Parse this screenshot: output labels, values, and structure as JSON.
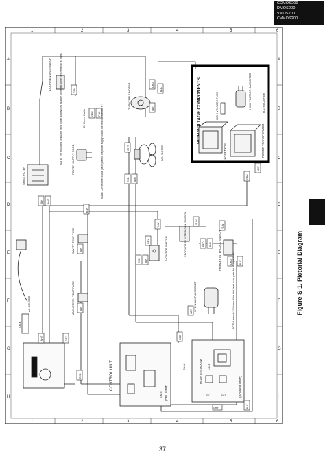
{
  "header": {
    "models": [
      "CDMOS200",
      "DMOS200",
      "VMOS200",
      "CVMOS200"
    ]
  },
  "grid": {
    "columns": [
      "1",
      "2",
      "3",
      "4",
      "5",
      "6"
    ],
    "rows": [
      "A",
      "B",
      "C",
      "D",
      "E",
      "F",
      "G",
      "H"
    ]
  },
  "figure_title": "Figure S-1. Pictorial Diagram",
  "page_number": "37",
  "components": {
    "high_voltage_components": "HIGH VOLTAGE COMPONENTS",
    "hv_capacitor": "HIGH VOLTAGE CAPACITOR",
    "hv_rectifier": "H.V. RECTIFIER",
    "hv_fuse": "HIGH VOLTAGE FUSE",
    "power_transformer": "POWER TRANSFORMER",
    "magnetron": "MAGNETRON",
    "turntable_motor": "TURNTABLE MOTOR",
    "fan_motor": "FAN MOTOR",
    "monitor_switch": "MONITOR SWITCH",
    "secondary_interlock": "SECONDARY INTERLOCK SWITCH",
    "primary_interlock": "PRIMARY INTERLOCK SWITCH",
    "oven_lamp": "OVEN LAMP & SOCKET",
    "cavity_temp_fuse": "CAVITY TEMP FUSE",
    "magnetron_temp_fuse": "MAGNETRON TEMP FUSE",
    "door_sensing": "DOOR SENSING SWITCH",
    "ah_sensor": "AH SENSOR",
    "control_unit": "CONTROL UNIT",
    "power_unit": "(POWER UNIT)",
    "cpu_unit": "(CPU UNIT)",
    "noise_filter": "NOISE FILTER",
    "power_supply_cord": "POWER SUPPLY CORD",
    "b_gm": "B: Green Earth",
    "interlock_pb1": "PB1 INTERLOCK SW",
    "relay_ry1": "RY1",
    "relay_ry2": "RY2"
  },
  "wire_labels": {
    "wht": "WHT",
    "blk": "BLK",
    "red": "RED",
    "gry": "GRY",
    "brn": "BRN",
    "org": "ORG",
    "grn": "GRN",
    "ylw": "YLW",
    "pnk": "PNK",
    "blu": "BLU",
    "com": "COM",
    "no": "N.O.",
    "nc": "N.C.",
    "cn_a": "CN-A",
    "cn_b": "CN-B",
    "cn_e": "CN-E",
    "cn_g": "CN-G"
  },
  "notes": {
    "grounding": "NOTE: The grounding conductor of the power supply cord must be connected to the earth terminal \"E\" mark.",
    "plug_note": "NOTE: Connect the neutral (white) wire of the power supply cord to the terminal marked \"N\".",
    "lamp_note": "NOTE: Use only 20W lamp of the kind listed in the parts list for replacement."
  }
}
